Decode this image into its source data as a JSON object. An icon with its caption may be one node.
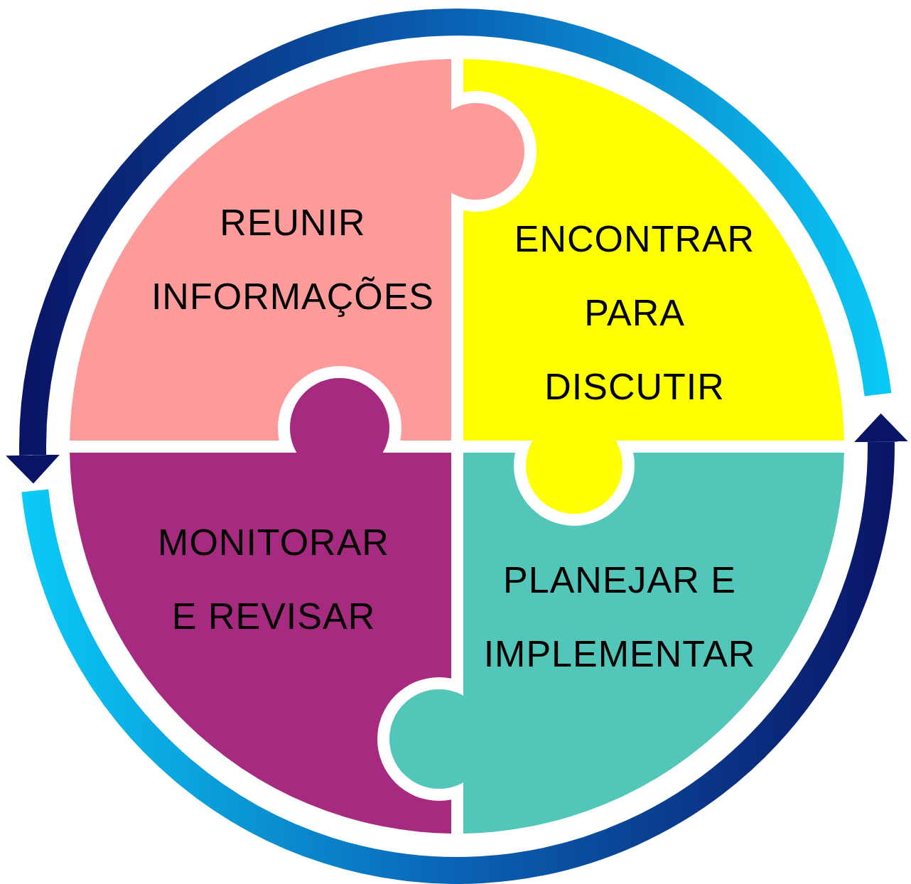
{
  "diagram": {
    "nodes": [
      {
        "text": [
          "REUNIR INFORMAÇÕES"
        ]
      },
      {
        "text": [
          "ENCONTRAR PARA DISCUTIR"
        ]
      },
      {
        "text": [
          "MONITORAR E REVISAR"
        ]
      },
      {
        "text": [
          "PLANEJAR E IMPLEMENTAR"
        ]
      }
    ]
  }
}
